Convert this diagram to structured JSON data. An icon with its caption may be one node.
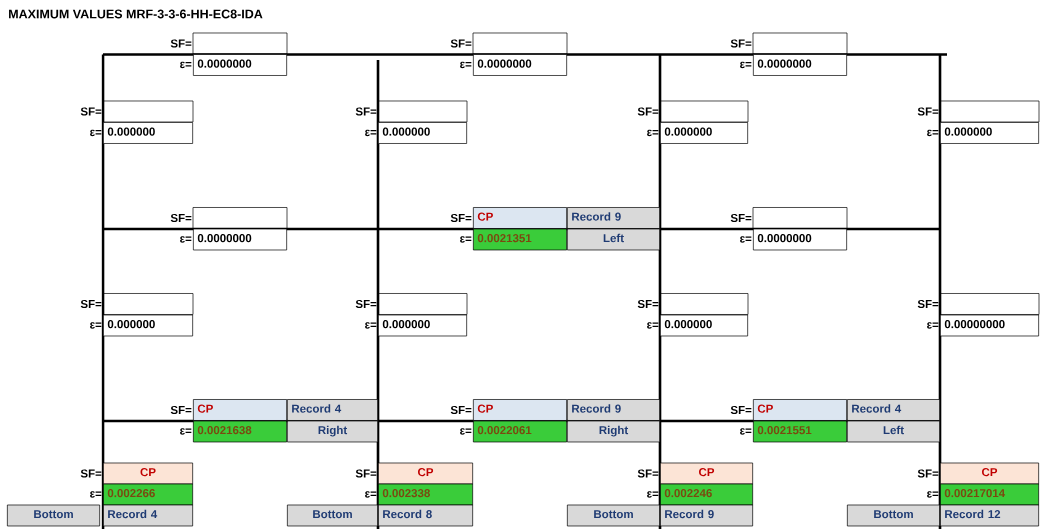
{
  "diagram": {
    "title": "MAXIMUM VALUES MRF-3-3-6-HH-EC8-IDA",
    "labels": [
      "SF=",
      "SF=",
      "SF=",
      "ε=",
      "0.0000000",
      "ε=",
      "0.0000000",
      "ε=",
      "0.0000000",
      "SF=",
      "SF=",
      "SF=",
      "SF=",
      "ε=",
      "0.000000",
      "ε=",
      "0.000000",
      "ε=",
      "0.000000",
      "ε=",
      "0.000000",
      "SF=",
      "SF=",
      "CP",
      "Record 9",
      "SF=",
      "ε=",
      "0.0000000",
      "ε=",
      "0.0021351",
      "Left",
      "ε=",
      "0.0000000",
      "SF=",
      "SF=",
      "SF=",
      "SF=",
      "ε=",
      "0.000000",
      "ε=",
      "0.000000",
      "ε=",
      "0.000000",
      "ε=",
      "0.00000000",
      "SF=",
      "CP",
      "Record 4",
      "SF=",
      "CP",
      "Record 9",
      "SF=",
      "CP",
      "Record 4",
      "ε=",
      "0.0021638",
      "Right",
      "ε=",
      "0.0022061",
      "Right",
      "ε=",
      "0.0021551",
      "Left",
      "SF=",
      "CP",
      "SF=",
      "CP",
      "SF=",
      "CP",
      "SF=",
      "CP",
      "ε=",
      "0.002266",
      "ε=",
      "0.002338",
      "ε=",
      "0.002246",
      "ε=",
      "0.00217014",
      "Bottom",
      "Record 4",
      "Bottom",
      "Record 8",
      "Bottom",
      "Record 9",
      "Bottom",
      "Record 12"
    ]
  }
}
